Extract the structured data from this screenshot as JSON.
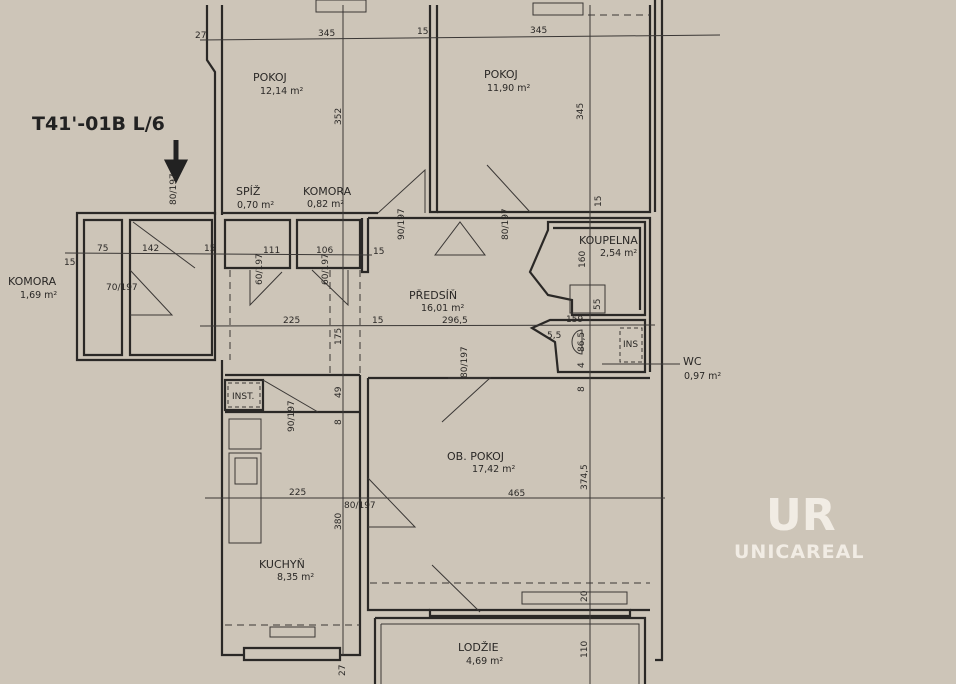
{
  "title": "T41'-01B L/6",
  "rooms": [
    {
      "name": "POKOJ",
      "area": "12,14 m²"
    },
    {
      "name": "POKOJ",
      "area": "11,90 m²"
    },
    {
      "name": "KOMORA",
      "area": "1,69 m²"
    },
    {
      "name": "SPÍŽ",
      "area": "0,70 m²"
    },
    {
      "name": "KOMORA",
      "area": "0,82 m²"
    },
    {
      "name": "PŘEDSÍŇ",
      "area": "16,01 m²"
    },
    {
      "name": "KOUPELNA",
      "area": "2,54 m²"
    },
    {
      "name": "WC",
      "area": "0,97 m²"
    },
    {
      "name": "OB. POKOJ",
      "area": "17,42 m²"
    },
    {
      "name": "KUCHYŇ",
      "area": "8,35 m²"
    },
    {
      "name": "LODŽIE",
      "area": "4,69 m²"
    },
    {
      "name": "INST.",
      "area": ""
    },
    {
      "name": "INS",
      "area": ""
    }
  ],
  "dimensions": [
    "27",
    "345",
    "15",
    "345",
    "352",
    "345",
    "15",
    "75",
    "142",
    "15",
    "15",
    "111",
    "106",
    "15",
    "225",
    "15",
    "296,5",
    "175",
    "49",
    "8",
    "225",
    "465",
    "380",
    "374,5",
    "20",
    "110",
    "27",
    "160",
    "55",
    "159",
    "5,5",
    "86,5",
    "8",
    "4",
    "70/197",
    "80/197",
    "90/197",
    "80/197",
    "80/197",
    "90/197",
    "80/197",
    "60/197",
    "60/197"
  ],
  "logo": {
    "mark": "UR",
    "text": "UNICAREAL"
  }
}
